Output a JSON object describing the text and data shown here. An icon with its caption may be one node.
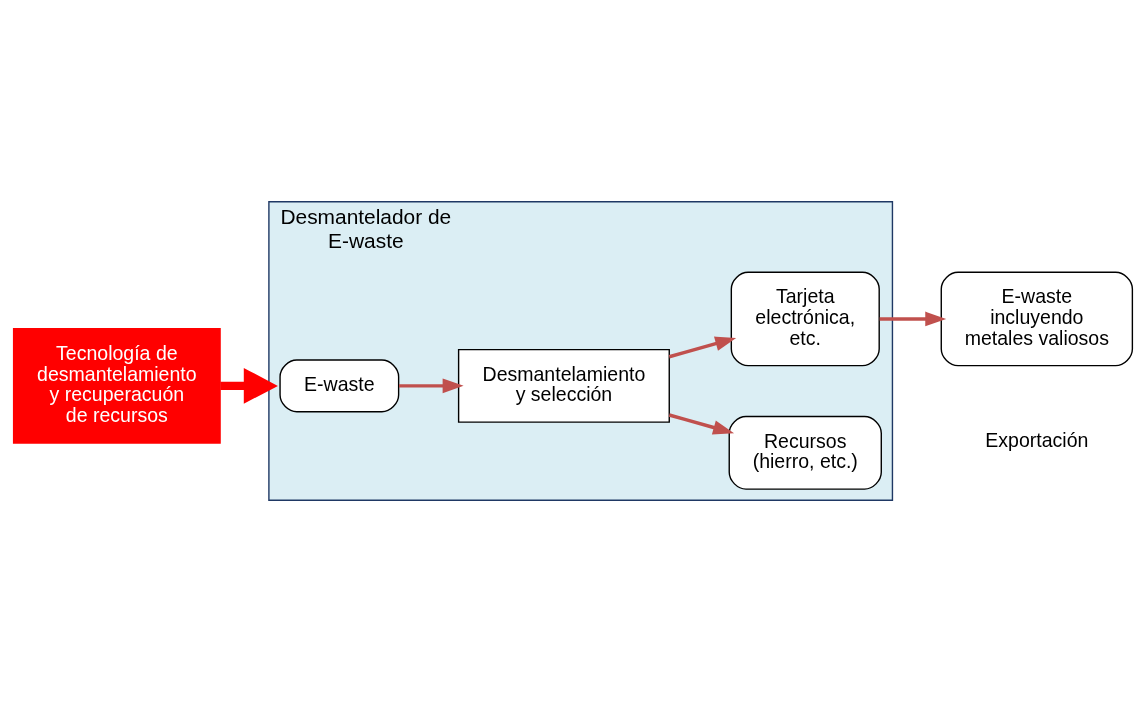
{
  "diagram": {
    "nodes": [
      {
        "text": [
          "Desmantelador de E-waste"
        ]
      },
      {
        "text": [
          "E-waste"
        ],
        "in": 0
      },
      {
        "text": [
          "Recursos (hierro, etc.)"
        ],
        "in": 0
      },
      {
        "text": [
          "Desmantelamiento y selección"
        ],
        "in": 0
      },
      {
        "text": [
          "Tarjeta electrónica, etc."
        ],
        "in": 0
      },
      {
        "text": [
          "E-waste incluyendo metales valiosos"
        ]
      },
      {
        "text": [
          "Tecnología de desmantelamiento y recuperacuón de recursos"
        ]
      }
    ],
    "edges": [
      {
        "from": 1,
        "to": 3,
        "arrow": "to",
        "color": "#c0504d"
      },
      {
        "from": 3,
        "to": 2,
        "arrow": "to",
        "color": "#c0504d"
      },
      {
        "from": 3,
        "to": 4,
        "arrow": "to",
        "color": "#c0504d"
      },
      {
        "from": 4,
        "to": 5,
        "arrow": "to",
        "color": "#c0504d"
      },
      {
        "from": 6,
        "to": 0,
        "arrow": "to",
        "style": "thick",
        "color": "#ff0000"
      }
    ],
    "labels": [
      "Exportación"
    ]
  }
}
